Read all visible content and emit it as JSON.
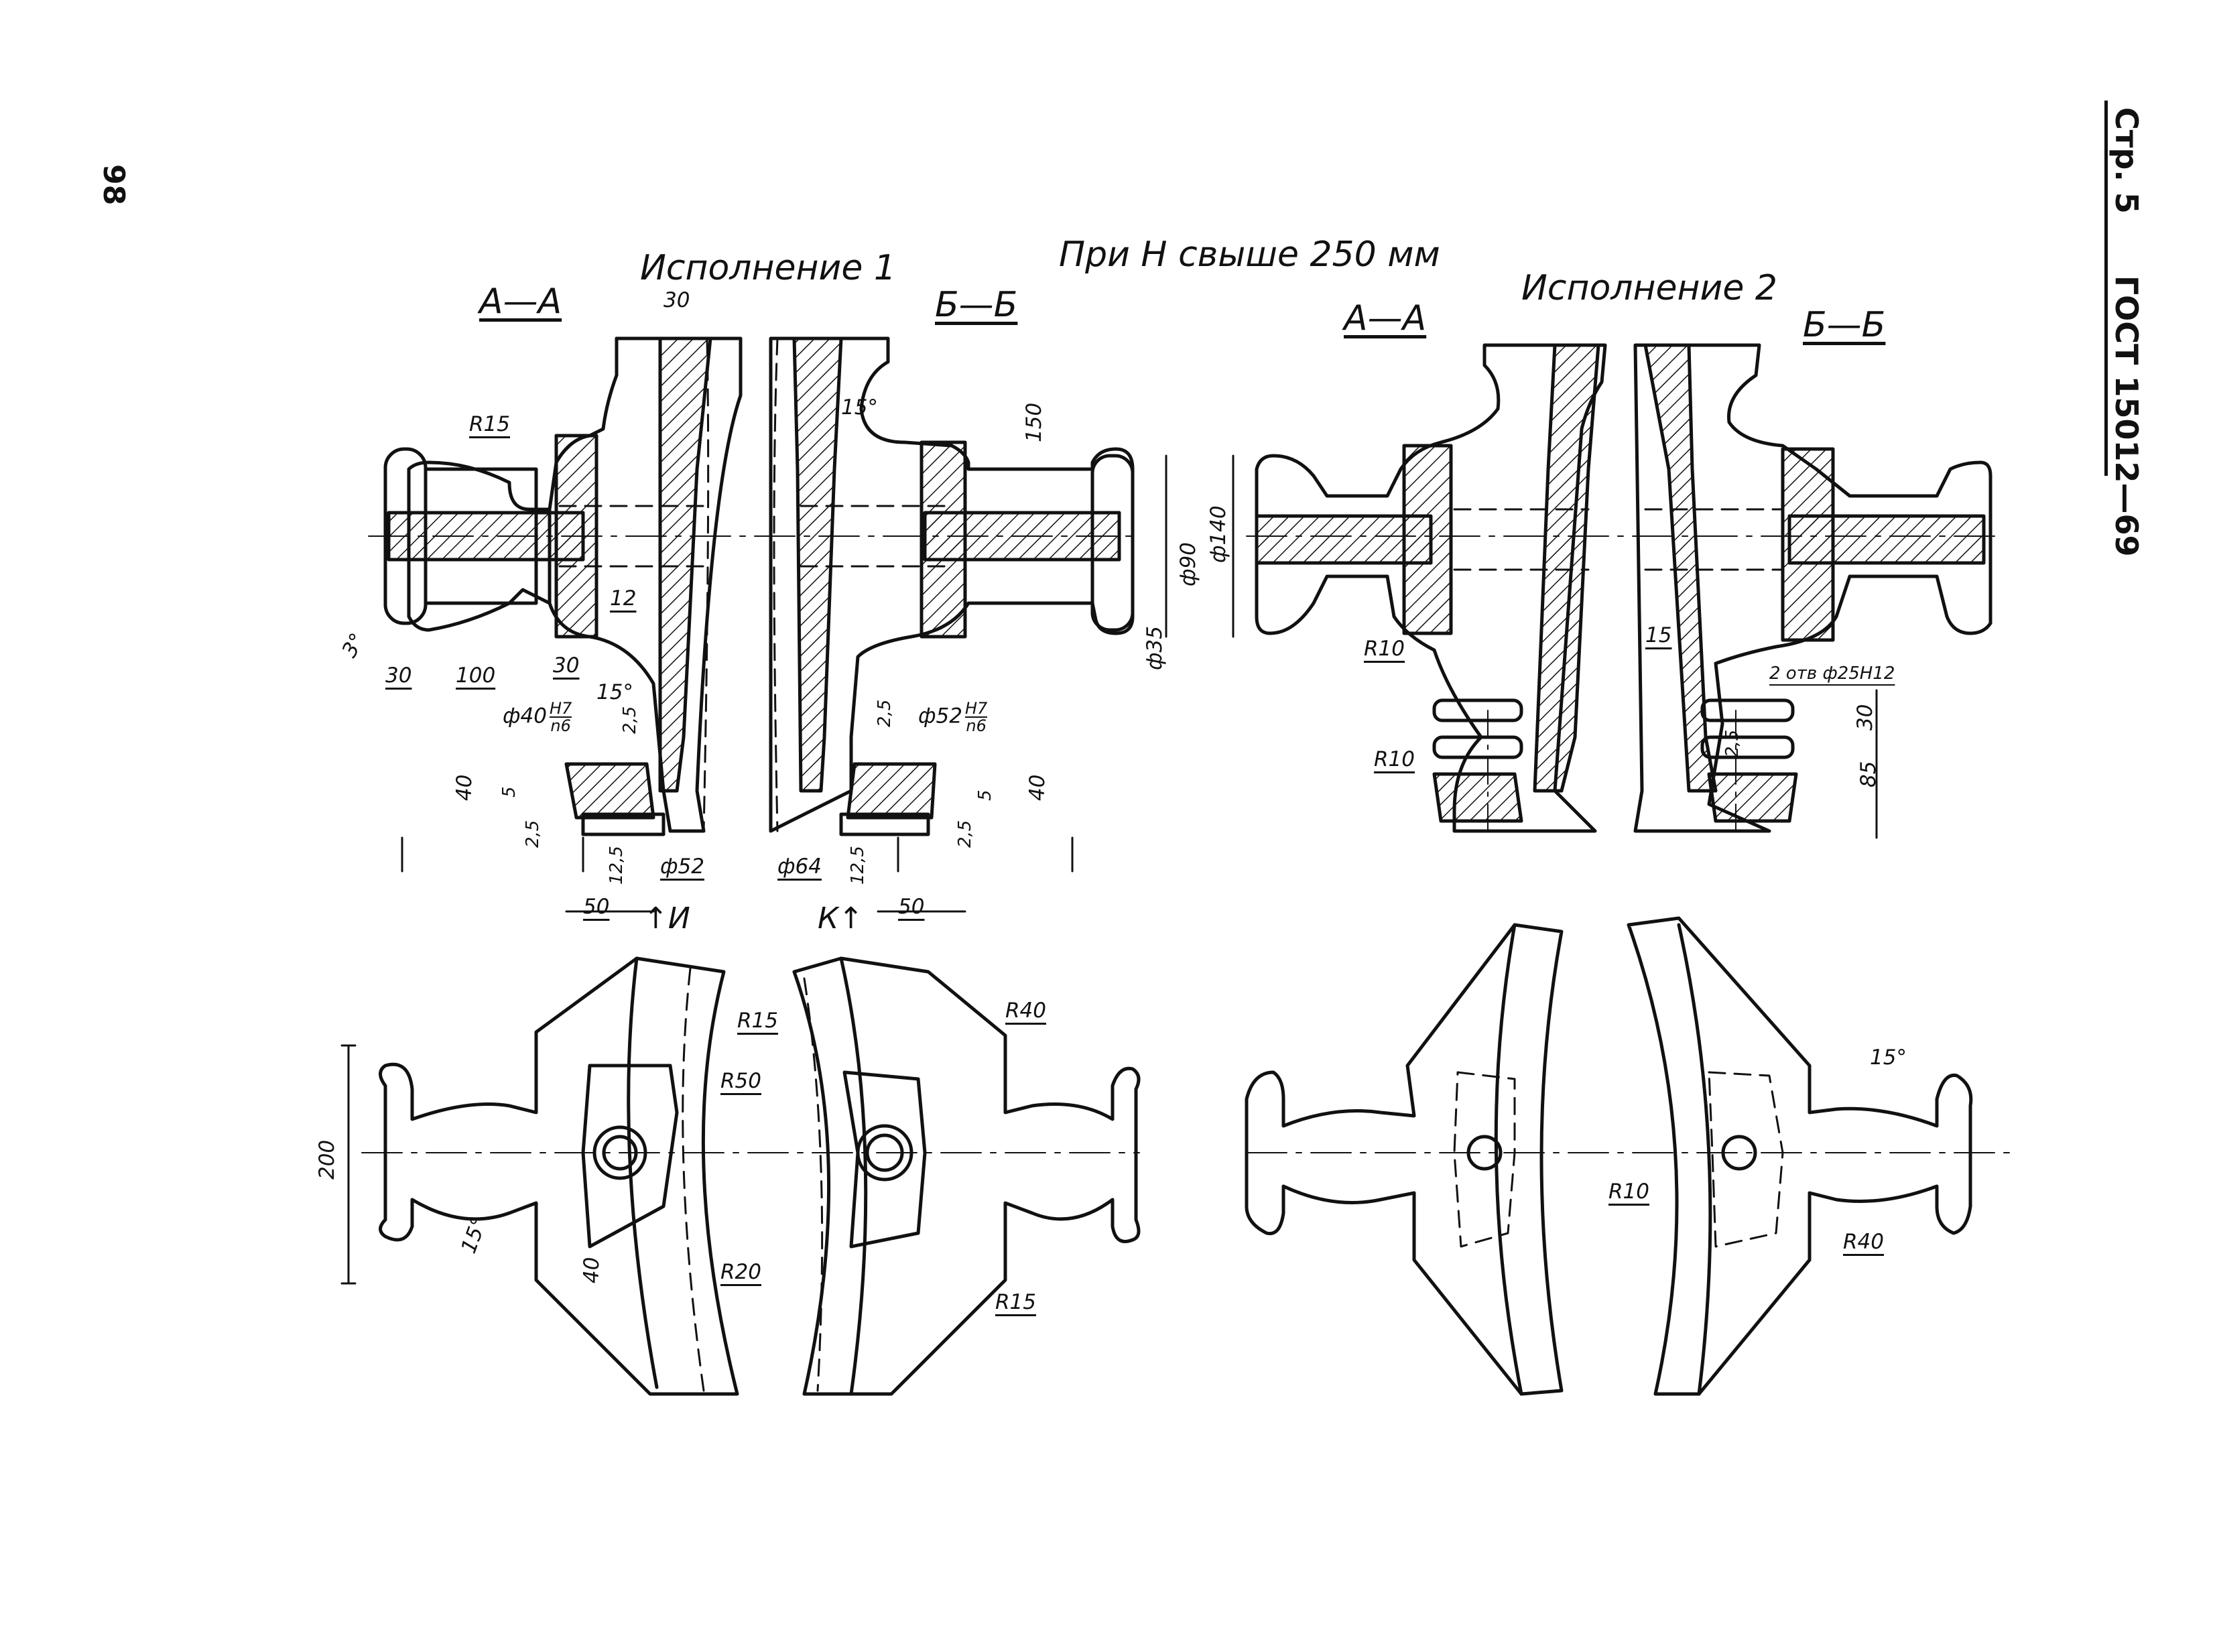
{
  "page": {
    "number": "98",
    "header": {
      "page_label": "Стр. 5",
      "standard": "ГОСТ 15012—69"
    },
    "condition_title": "При H свыше 250 мм"
  },
  "variants": [
    {
      "title": "Исполнение 1",
      "section_left": "А—А",
      "section_right": "Б—Б"
    },
    {
      "title": "Исполнение 2",
      "section_left": "А—А",
      "section_right": "Б—Б"
    }
  ],
  "dimensions": {
    "d30_top": "30",
    "r15_top": "R15",
    "ang15_top": "15°",
    "d150": "150",
    "phi140": "ф140",
    "phi90": "ф90",
    "phi35": "ф35",
    "ang3": "3°",
    "d30_a": "30",
    "d100": "100",
    "d30_b": "30",
    "d12": "12",
    "ang15_mid": "15°",
    "d2_5_a": "2,5",
    "phi40": "ф40",
    "fit_h7_a": "H7",
    "fit_n6_a": "n6",
    "d2_5_b": "2,5",
    "phi52_fit": "ф52",
    "fit_h7_b": "H7",
    "fit_n6_b": "n6",
    "d40_left": "40",
    "d5_left": "5",
    "d2_5_left": "2,5",
    "d12_5_a": "12,5",
    "phi52": "ф52",
    "phi64": "ф64",
    "d12_5_b": "12,5",
    "d5_right": "5",
    "d40_right": "40",
    "d2_5_right": "2,5",
    "d50_left": "50",
    "view_i": "И",
    "view_k": "К",
    "d50_right": "50",
    "r10_a": "R10",
    "r10_b": "R10",
    "d15_v2": "15",
    "holes": "2 отв ф25Н12",
    "d30_v2": "30",
    "d85": "85",
    "d2_5_v2": "2,5",
    "d200": "200",
    "ang15_plan": "15°",
    "d40_plan": "40",
    "r50": "R50",
    "r15_plan_a": "R15",
    "r40_plan_a": "R40",
    "r20": "R20",
    "r15_plan_b": "R15",
    "ang15_plan2": "15°",
    "r10_plan": "R10",
    "r40_plan_b": "R40"
  }
}
